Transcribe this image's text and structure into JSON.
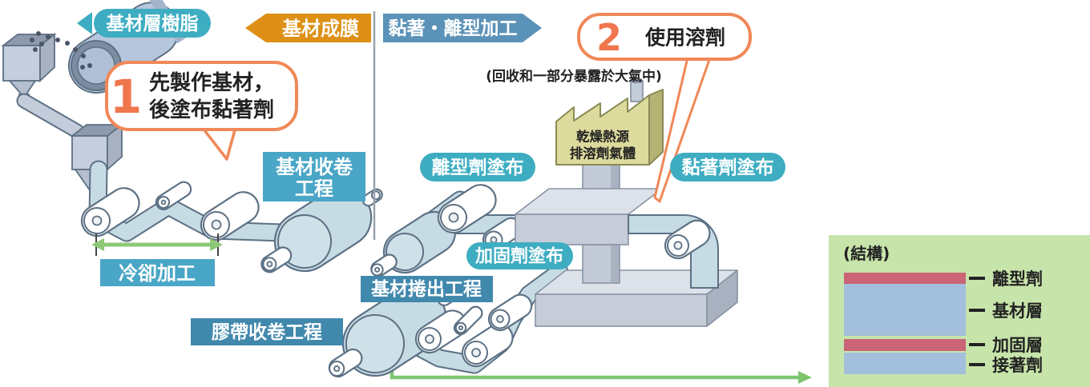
{
  "banners": {
    "film_forming": "基材成膜",
    "coating_process": "黏著・離型加工"
  },
  "labels": {
    "substrate_resin": "基材層樹脂",
    "substrate_winding": {
      "line1": "基材收卷",
      "line2": "工程"
    },
    "cooling": "冷卻加工",
    "release_coating": "離型劑塗布",
    "reinforcement_coating": "加固劑塗布",
    "adhesive_coating": "黏著劑塗布",
    "substrate_unwinding": "基材捲出工程",
    "tape_winding": "膠帶收卷工程"
  },
  "callouts": {
    "one": {
      "number": "1",
      "line1": "先製作基材，",
      "line2": "後塗布黏著劑"
    },
    "two": {
      "number": "2",
      "text": "使用溶劑"
    }
  },
  "factory": {
    "line1": "乾燥熱源",
    "line2": "排溶劑氣體"
  },
  "notes": {
    "solvent_recovery": "(回收和一部分暴露於大氣中)"
  },
  "structure": {
    "title": "(結構)",
    "layers": [
      {
        "name": "離型劑",
        "color": "#cb6477"
      },
      {
        "name": "基材層",
        "color": "#a2bfdb"
      },
      {
        "name": "加固層",
        "color": "#cb6477"
      },
      {
        "name": "接著劑",
        "color": "#a2bfdb"
      }
    ]
  },
  "colors": {
    "teal_pill": "#3eadc2",
    "teal_rect": "#49a6c6",
    "steel_blue_rect": "#4188ad",
    "banner_blue": "#5b92b8",
    "banner_orange": "#dd9015",
    "callout_orange": "#f08858",
    "number_orange": "#f0764d",
    "dimension_green": "#8cc878",
    "flow_green": "#7dc66e",
    "panel_green": "#c7e4aa",
    "film_blue": "#c6dbe4",
    "machine_gray": "#c6ccd8",
    "factory_khaki": "#dcda9c"
  }
}
